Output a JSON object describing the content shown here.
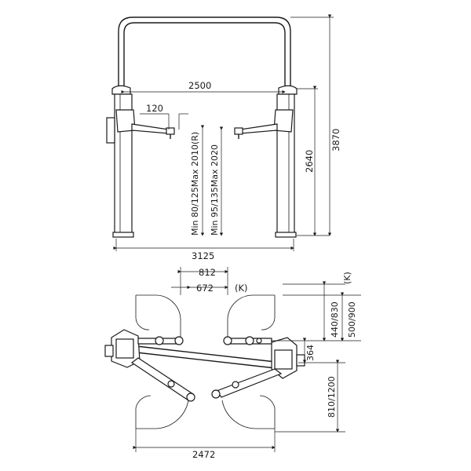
{
  "front_view": {
    "height_overall": "3870",
    "height_column": "2640",
    "width_inner": "2500",
    "width_overall": "3125",
    "arm_offset": "120",
    "lift_range_r": "Min 80/125Max 2010(R)",
    "lift_range_k": "Min 95/135Max 2020"
  },
  "plan_view": {
    "arm_reach_outer": "812",
    "arm_reach_inner": "672",
    "k_label_top": "(K)",
    "k_label_right": "(K)",
    "short_arm_range_r": "440/830",
    "short_arm_range_k": "500/900",
    "column_offset": "364",
    "long_arm_range": "810/1200",
    "base_width": "2472"
  }
}
